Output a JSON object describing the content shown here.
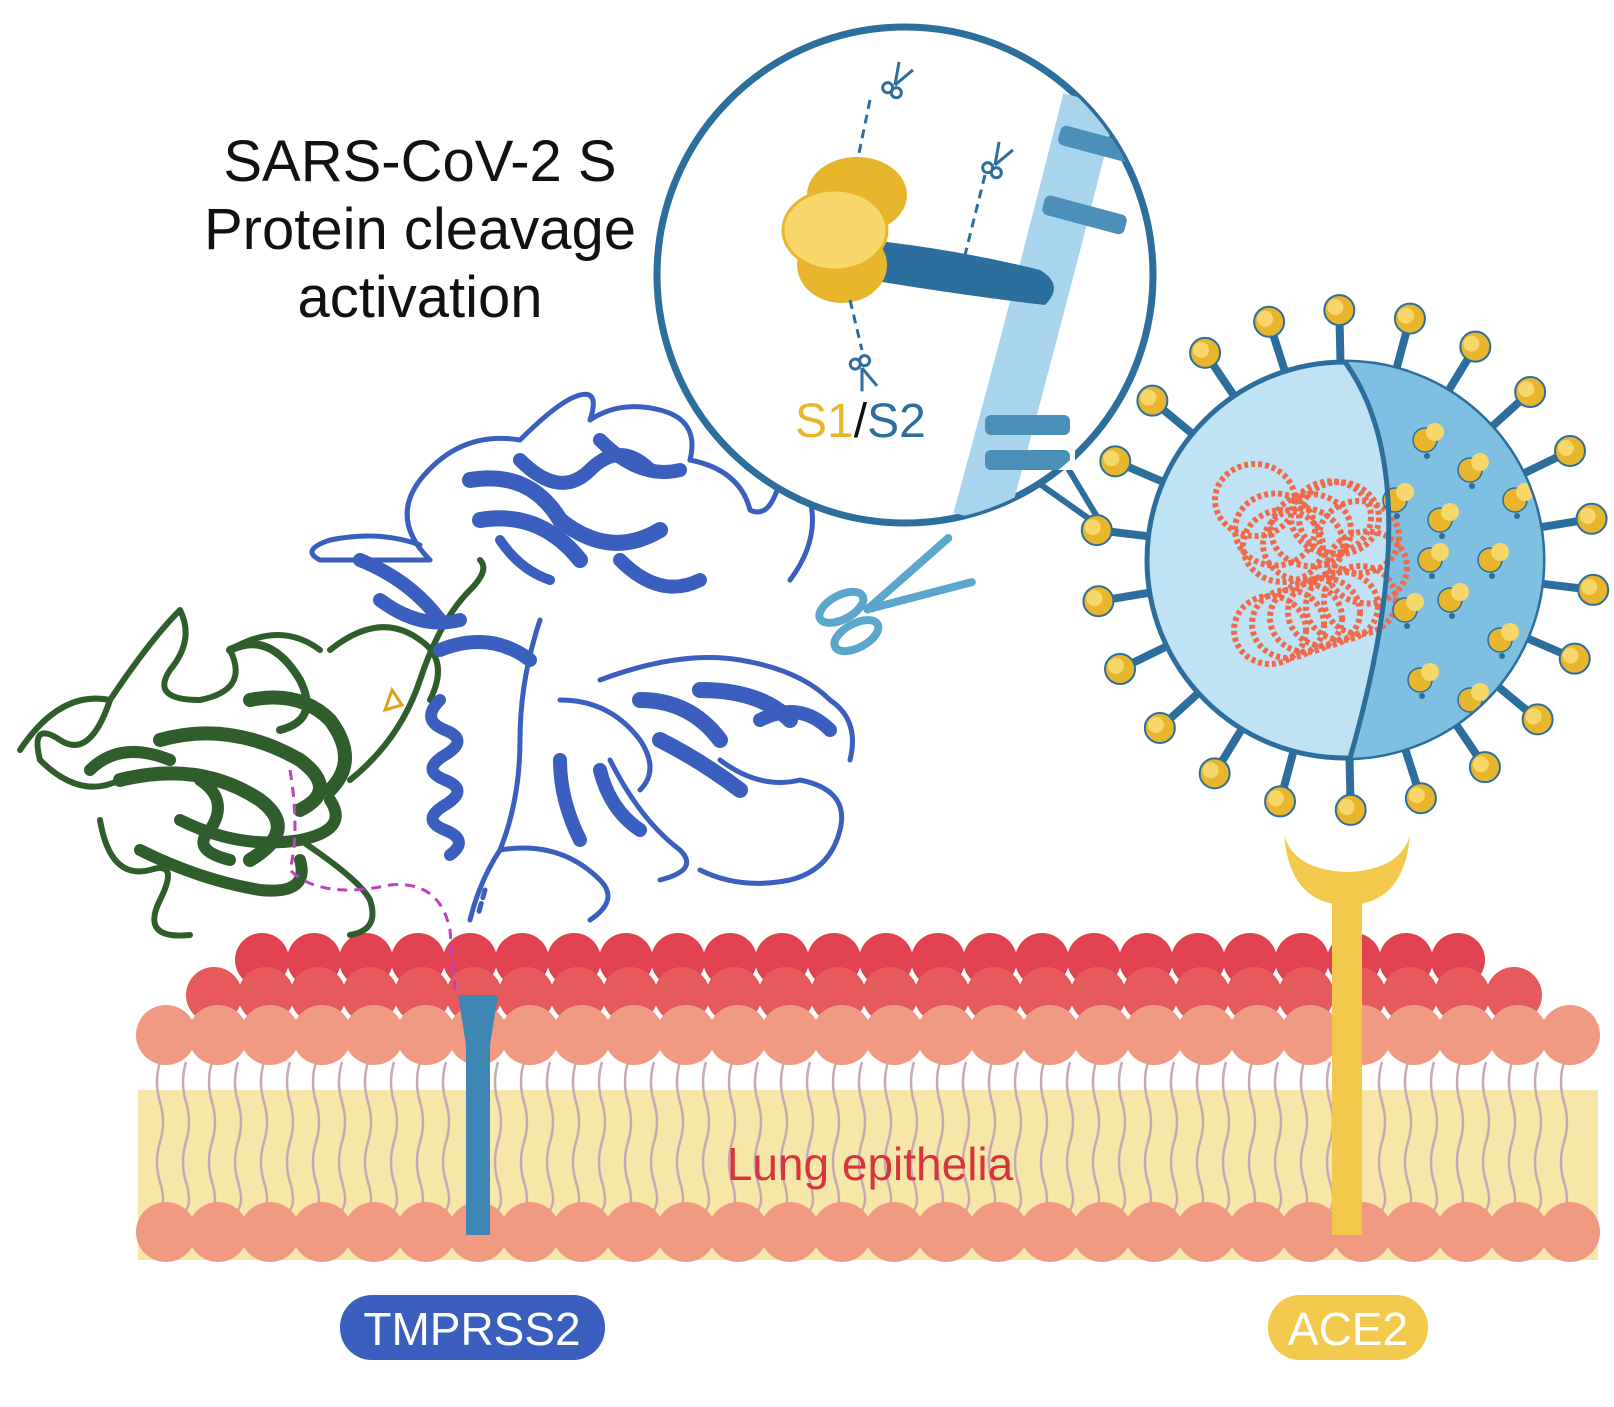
{
  "title": {
    "line1": "SARS-CoV-2 S",
    "line2": "Protein cleavage",
    "line3": "activation"
  },
  "inset": {
    "s1_label": "S1",
    "separator": "/",
    "s2_label": "S2"
  },
  "membrane": {
    "label": "Lung epithelia"
  },
  "badges": {
    "tmprss2": "TMPRSS2",
    "ace2": "ACE2"
  },
  "colors": {
    "s1_yellow": "#E8B62C",
    "s2_blue": "#2C6E9C",
    "protein_blue": "#3A5FBF",
    "protein_green": "#2F5E2C",
    "membrane_head": "#F19A82",
    "membrane_top": "#E0424F",
    "membrane_core": "#F6E6A8",
    "label_red": "#D8343C",
    "tmprss2_badge": "#3A5FBF",
    "ace2_badge": "#F2C94C",
    "virus_blue": "#9FD0EA",
    "rna_orange": "#F06A4A"
  },
  "icons": [
    "scissors-icon",
    "virus-icon",
    "ace2-receptor-icon",
    "tmprss2-protein-icon"
  ]
}
